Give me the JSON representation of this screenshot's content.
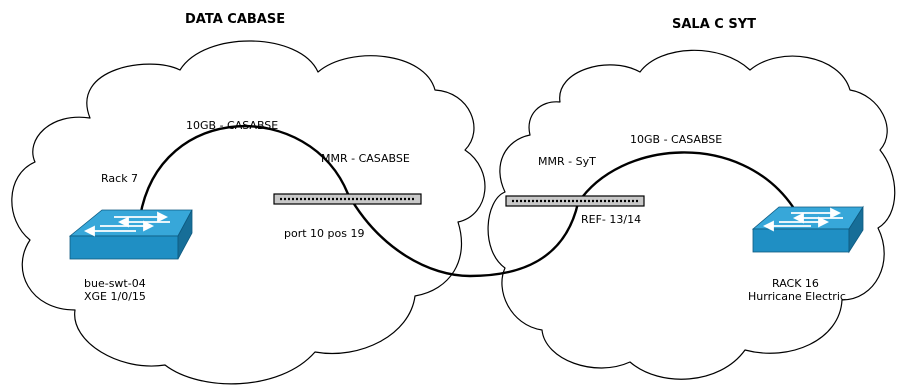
{
  "sites": {
    "left": {
      "title": "DATA CABASE"
    },
    "right": {
      "title": "SALA C SYT"
    }
  },
  "labels": {
    "left_link": "10GB - CASABSE",
    "rack_left": "Rack 7",
    "mmr_left": "MMR - CASABSE",
    "port_left": "port 10 pos 19",
    "switch_left_name": "bue-swt-04",
    "switch_left_port": "XGE 1/0/15",
    "mmr_right": "MMR - SyT",
    "right_link": "10GB - CASABSE",
    "ref_right": "REF- 13/14",
    "switch_right_rack": "RACK 16",
    "switch_right_owner": "Hurricane Electric"
  },
  "colors": {
    "switch_top": "#37a7d9",
    "switch_front": "#1f8fc4",
    "switch_side": "#176e98",
    "switch_arrows": "#ffffff",
    "patch_panel": "#c8c8c8",
    "cable": "#000000"
  },
  "icons": {
    "switch": "network-switch-icon",
    "patch_panel": "patch-panel-icon",
    "cloud": "cloud-shape"
  }
}
